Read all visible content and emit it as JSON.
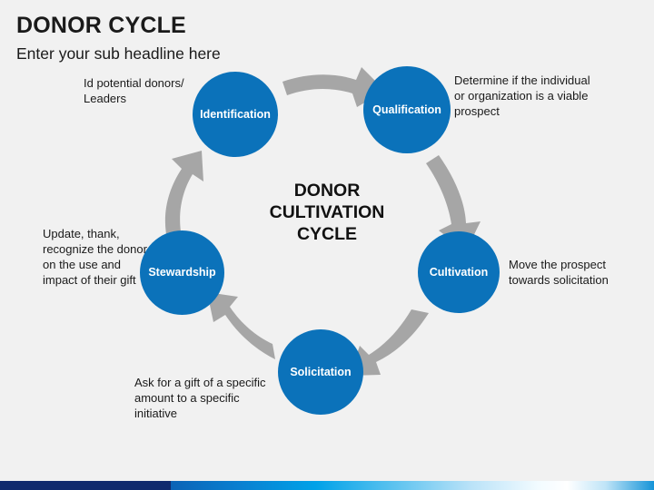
{
  "slide": {
    "title": "DONOR CYCLE",
    "subtitle": "Enter your sub headline here",
    "background_color": "#f1f1f1"
  },
  "center": {
    "line1": "DONOR",
    "line2": "CULTIVATION",
    "line3": "CYCLE"
  },
  "theme": {
    "node_color": "#0b72ba",
    "node_text_color": "#ffffff",
    "arrow_color": "#a6a6a6",
    "text_color": "#1a1a1a",
    "bar_navy": "#102a6e",
    "bar_blue": "#00a2e8"
  },
  "nodes": [
    {
      "id": "identification",
      "label": "Identification"
    },
    {
      "id": "qualification",
      "label": "Qualification"
    },
    {
      "id": "cultivation",
      "label": "Cultivation"
    },
    {
      "id": "solicitation",
      "label": "Solicitation"
    },
    {
      "id": "stewardship",
      "label": "Stewardship"
    }
  ],
  "descriptions": {
    "identification": "Id potential donors/ Leaders",
    "qualification": "Determine if the individual or organization is a viable prospect",
    "cultivation": "Move the prospect towards solicitation",
    "solicitation": "Ask for a gift of a specific amount to a specific initiative",
    "stewardship": "Update, thank, recognize the donor on the use and impact of their gift"
  },
  "arrows": [
    {
      "id": "identification-to-qualification",
      "from": "identification",
      "to": "qualification"
    },
    {
      "id": "qualification-to-cultivation",
      "from": "qualification",
      "to": "cultivation"
    },
    {
      "id": "cultivation-to-solicitation",
      "from": "cultivation",
      "to": "solicitation"
    },
    {
      "id": "solicitation-to-stewardship",
      "from": "solicitation",
      "to": "stewardship"
    },
    {
      "id": "stewardship-to-identification",
      "from": "stewardship",
      "to": "identification"
    }
  ]
}
